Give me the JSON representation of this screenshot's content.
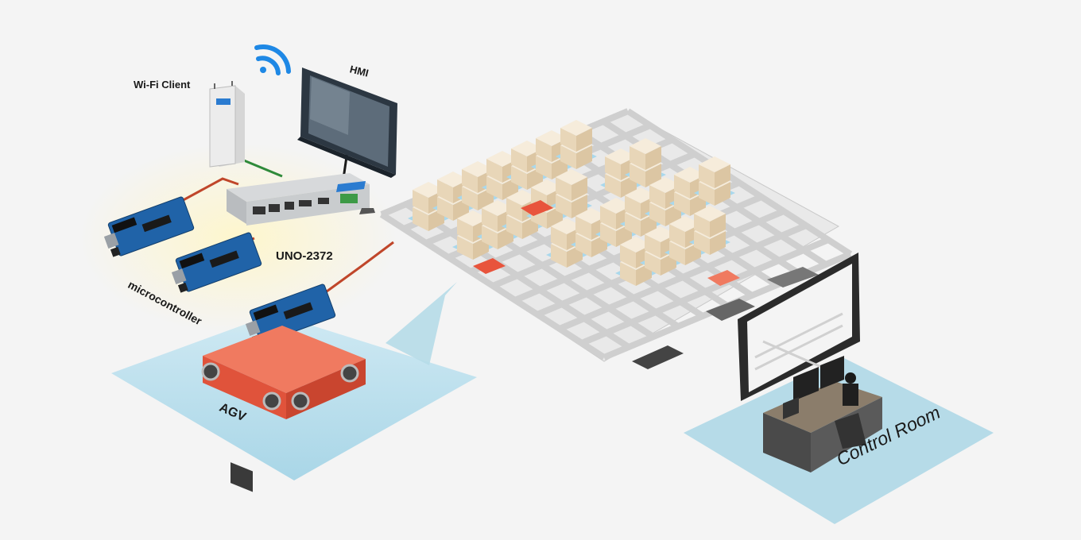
{
  "labels": {
    "wifi_client": "Wi-Fi Client",
    "hmi": "HMI",
    "uno": "UNO-2372",
    "microcontroller": "microcontroller",
    "agv": "AGV",
    "control_room": "Control Room"
  },
  "icons": {
    "wifi": "wifi-icon",
    "box": "cardboard-box",
    "agv": "agv-robot",
    "board": "arduino-board"
  },
  "colors": {
    "background": "#f4f4f4",
    "floor_zone": "#b6dbe8",
    "rail": "#dcdcdc",
    "rail_shadow": "#b8b8b8",
    "pallet": "#a9d8ec",
    "box": "#f1e3cc",
    "agv": "#e8543c",
    "link_red": "#c0462a",
    "link_green": "#2f8a3a",
    "wifi_blue": "#1e88e5",
    "board_blue": "#2063a8"
  }
}
